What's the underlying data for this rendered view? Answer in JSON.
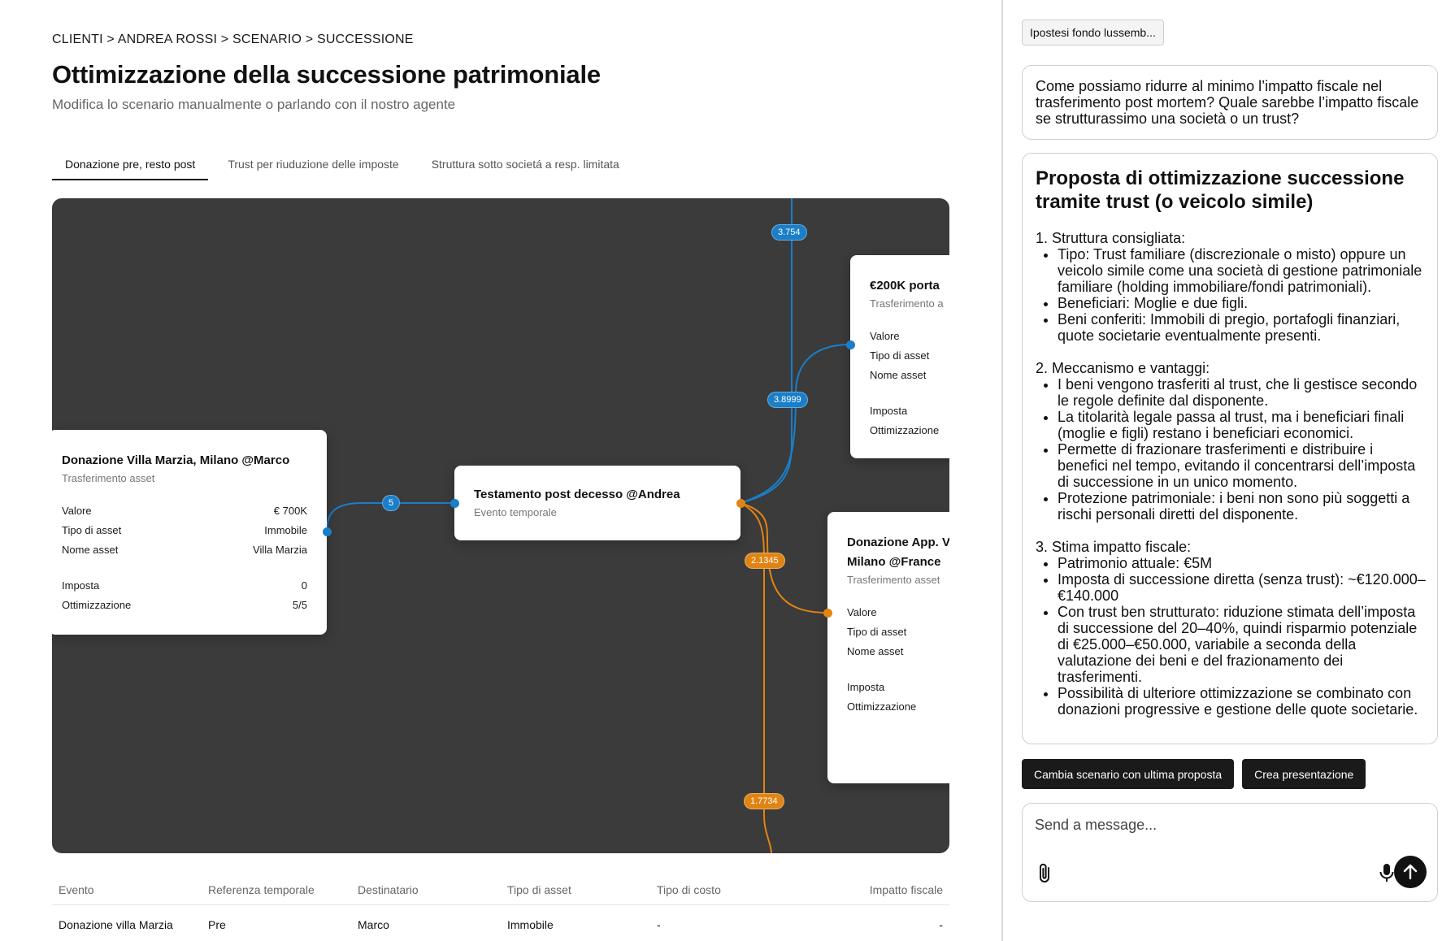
{
  "breadcrumb": "CLIENTI > ANDREA ROSSI > SCENARIO > SUCCESSIONE",
  "page": {
    "title": "Ottimizzazione della successione patrimoniale",
    "subtitle": "Modifica lo scenario manualmente o parlando con il nostro agente"
  },
  "tabs": [
    {
      "label": "Donazione pre, resto post",
      "active": true
    },
    {
      "label": "Trust per riuduzione delle imposte",
      "active": false
    },
    {
      "label": "Struttura sotto societá a resp. limitata",
      "active": false
    }
  ],
  "graph": {
    "colors": {
      "blue": "#1a7fc8",
      "orange": "#e08413",
      "canvas": "#3b3b3b"
    },
    "node_left": {
      "title": "Donazione Villa Marzia, Milano @Marco",
      "subtitle": "Trasferimento asset",
      "rows": [
        {
          "label": "Valore",
          "value": "€ 700K"
        },
        {
          "label": "Tipo di asset",
          "value": "Immobile"
        },
        {
          "label": "Nome asset",
          "value": "Villa Marzia"
        },
        {
          "label": "Imposta",
          "value": "0"
        },
        {
          "label": "Ottimizzazione",
          "value": "5/5"
        }
      ]
    },
    "node_center": {
      "title": "Testamento post decesso @Andrea",
      "subtitle": "Evento temporale"
    },
    "node_top_right": {
      "title": "€200K porta",
      "subtitle": "Trasferimento a",
      "rows": [
        "Valore",
        "Tipo di asset",
        "Nome asset",
        "Imposta",
        "Ottimizzazione"
      ]
    },
    "node_bottom_right": {
      "title_line1": "Donazione App. V",
      "title_line2": "Milano @France",
      "subtitle": "Trasferimento asset",
      "rows": [
        "Valore",
        "Tipo di asset",
        "Nome asset",
        "Imposta",
        "Ottimizzazione"
      ]
    },
    "badges": {
      "b1": "3.754",
      "b2": "3.8999",
      "b3": "5",
      "b4": "2.1345",
      "b5": "1.7734"
    }
  },
  "table": {
    "headers": [
      "Evento",
      "Referenza temporale",
      "Destinatario",
      "Tipo di asset",
      "Tipo di costo",
      "Impatto fiscale"
    ],
    "rows": [
      [
        "Donazione villa Marzia",
        "Pre",
        "Marco",
        "Immobile",
        "-",
        "-"
      ]
    ]
  },
  "panel": {
    "chip": "Ipostesi fondo lussemb...",
    "user_message": "Come possiamo ridurre al minimo l’impatto fiscale nel trasferimento post mortem? Quale sarebbe l’impatto fiscale se strutturassimo una società o un trust?",
    "reply": {
      "title": "Proposta di ottimizzazione successione tramite trust (o veicolo simile)",
      "sections": [
        {
          "heading": "1. Struttura consigliata:",
          "items": [
            "Tipo: Trust familiare (discrezionale o misto) oppure un veicolo simile come una società di gestione patrimoniale familiare (holding immobiliare/fondi patrimoniali).",
            "Beneficiari: Moglie e due figli.",
            "Beni conferiti: Immobili di pregio, portafogli finanziari, quote societarie eventualmente presenti."
          ]
        },
        {
          "heading": "2. Meccanismo e vantaggi:",
          "items": [
            "I beni vengono trasferiti al trust, che li gestisce secondo le regole definite dal disponente.",
            "La titolarità legale passa al trust, ma i beneficiari finali (moglie e figli) restano i beneficiari economici.",
            "Permette di frazionare trasferimenti e distribuire i benefici nel tempo, evitando il concentrarsi dell’imposta di successione in un unico momento.",
            "Protezione patrimoniale: i beni non sono più soggetti a rischi personali diretti del disponente."
          ]
        },
        {
          "heading": "3. Stima impatto fiscale:",
          "items": [
            "Patrimonio attuale: €5M",
            "Imposta di successione diretta (senza trust): ~€120.000–€140.000",
            "Con trust ben strutturato: riduzione stimata dell’imposta di successione del 20–40%, quindi risparmio potenziale di €25.000–€50.000, variabile a seconda della valutazione dei beni e del frazionamento dei trasferimenti.",
            "Possibilità di ulteriore ottimizzazione se combinato con donazioni progressive e gestione delle quote societarie."
          ]
        }
      ]
    },
    "actions": {
      "apply": "Cambia scenario con ultima proposta",
      "present": "Crea presentazione"
    },
    "composer": {
      "placeholder": "Send a message..."
    }
  }
}
